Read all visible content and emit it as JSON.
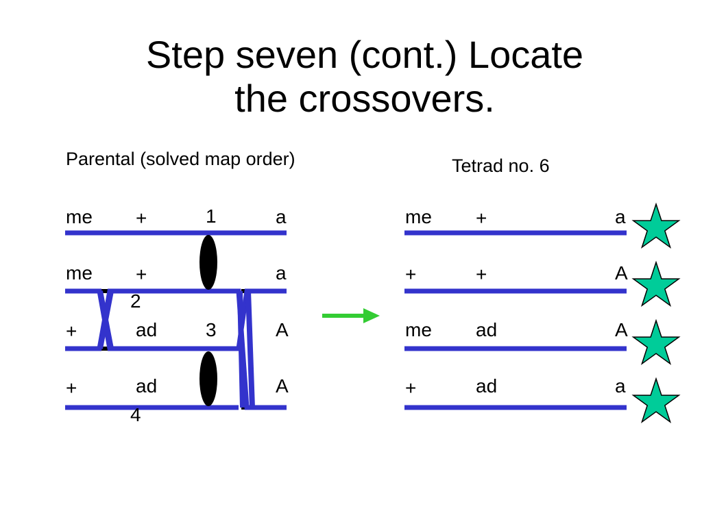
{
  "slide": {
    "title_line1": "Step seven (cont.) Locate",
    "title_line2": "the crossovers."
  },
  "parental": {
    "heading": "Parental (solved map order)",
    "rows": [
      {
        "left": "me",
        "mid": "+",
        "right": "a"
      },
      {
        "left": "me",
        "mid": "+",
        "right": "a"
      },
      {
        "left": "+",
        "mid": "ad",
        "right": "A"
      },
      {
        "left": "+",
        "mid": "ad",
        "right": "A"
      }
    ],
    "strand_numbers": [
      "1",
      "2",
      "3",
      "4"
    ]
  },
  "tetrad": {
    "heading": "Tetrad no. 6",
    "rows": [
      {
        "left": "me",
        "mid": "+",
        "right": "a"
      },
      {
        "left": "+",
        "mid": "+",
        "right": "A"
      },
      {
        "left": "me",
        "mid": "ad",
        "right": "A"
      },
      {
        "left": "+",
        "mid": "ad",
        "right": "a"
      }
    ]
  },
  "colors": {
    "chromatid": "#3333cc",
    "centromere": "#000000",
    "arrow": "#33cc33",
    "star_fill": "#00cc99",
    "star_stroke": "#000000"
  },
  "icons": {
    "arrow": "right-arrow-icon",
    "star": "star-icon"
  }
}
